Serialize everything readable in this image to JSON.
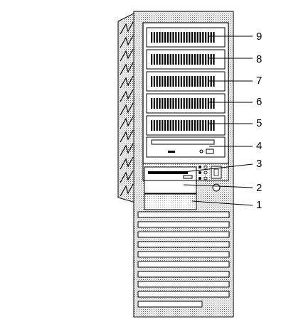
{
  "diagram": {
    "callouts": [
      "9",
      "8",
      "7",
      "6",
      "5",
      "4",
      "3",
      "2",
      "1"
    ],
    "colors": {
      "ink": "#000000",
      "paper": "#ffffff",
      "case_dither": "#c8c8c8",
      "panel_dither": "#dadada"
    }
  }
}
